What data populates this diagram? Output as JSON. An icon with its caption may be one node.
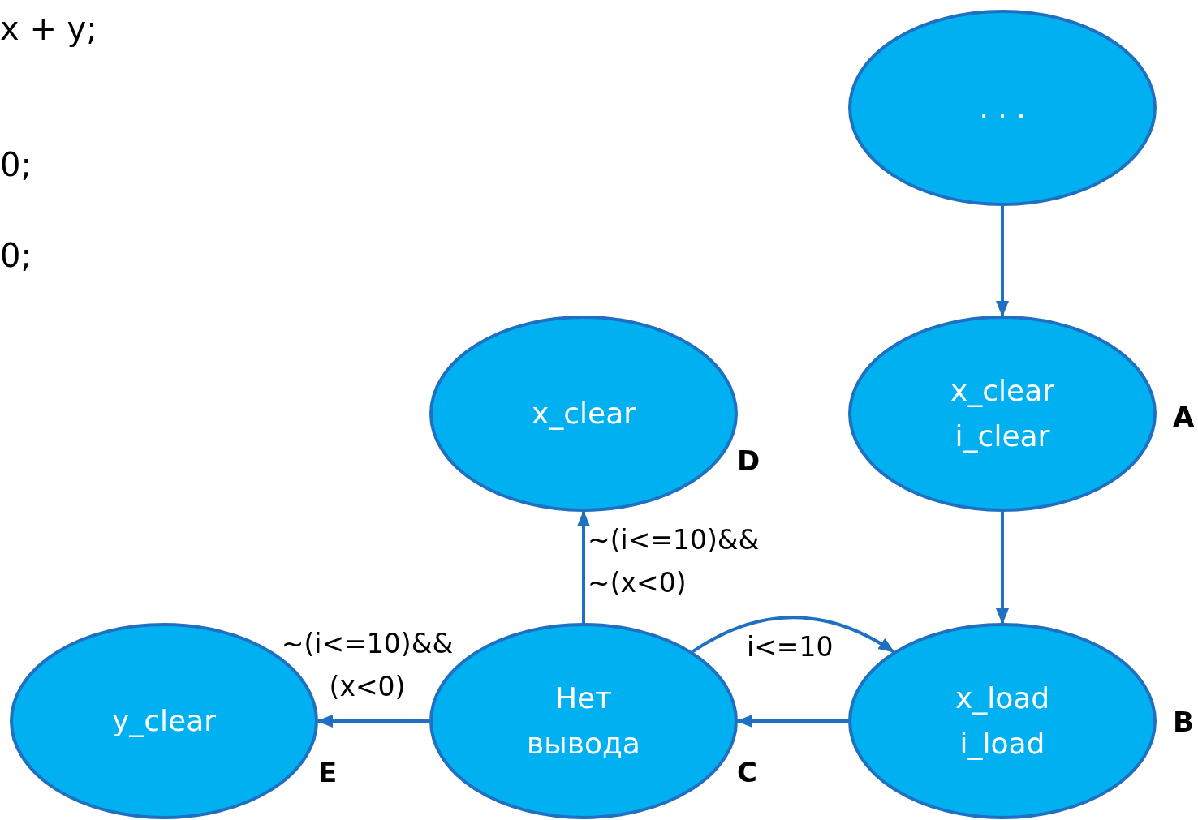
{
  "diagram": {
    "nodes": [
      {
        "text": [
          ". . ."
        ]
      },
      {
        "text": [
          "x_clear"
        ],
        "beside": [
          "D"
        ]
      },
      {
        "text": [
          "x_clear i_clear"
        ],
        "beside": [
          "A"
        ]
      },
      {
        "text": [
          "y_clear"
        ],
        "beside": [
          "E"
        ]
      },
      {
        "text": [
          "Нет вывода"
        ],
        "beside": [
          "C"
        ]
      },
      {
        "text": [
          "x_load i_load"
        ],
        "beside": [
          "B"
        ]
      }
    ],
    "edges": [
      {
        "from": 0,
        "to": 2,
        "arrow": "to"
      },
      {
        "from": 2,
        "to": 5,
        "arrow": "to"
      },
      {
        "from": 5,
        "to": 4,
        "arrow": "to"
      },
      {
        "from": 4,
        "to": 5,
        "arrow": "to",
        "label": "i<=10"
      },
      {
        "from": 4,
        "to": 1,
        "arrow": "to",
        "label": "~(i<=10)&& ~(x<0)"
      },
      {
        "from": 4,
        "to": 3,
        "arrow": "to",
        "label": "~(i<=10)&& (x<0)"
      }
    ],
    "labels": [
      "x + y;",
      "0;",
      "0;"
    ]
  }
}
